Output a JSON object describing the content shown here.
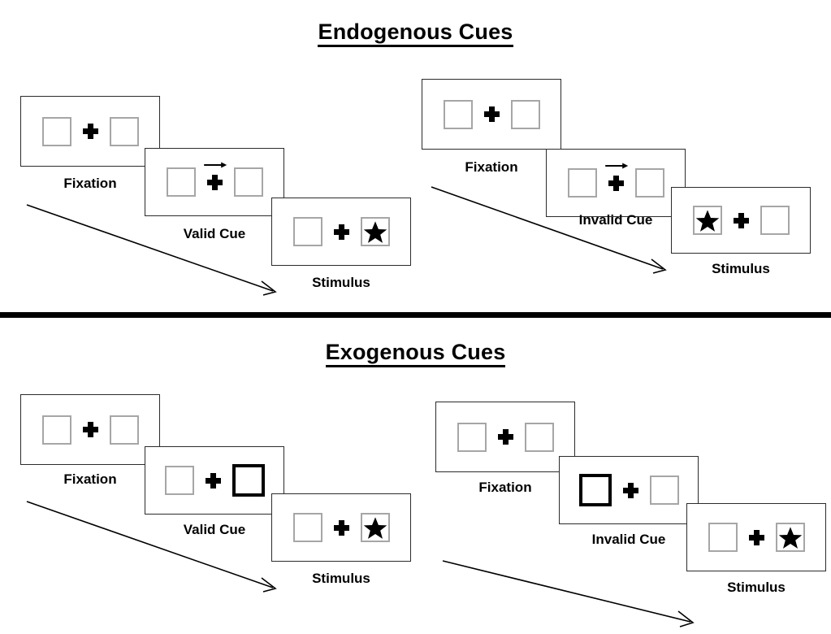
{
  "sections": [
    {
      "id": "endogenous",
      "title": "Endogenous Cues",
      "columns": [
        {
          "id": "endogenous-valid",
          "frames": [
            {
              "id": "fixation",
              "label": "Fixation",
              "left_box": "empty",
              "right_box": "empty",
              "cue": "none",
              "cue_side": "none"
            },
            {
              "id": "cue",
              "label": "Valid Cue",
              "left_box": "empty",
              "right_box": "empty",
              "cue": "arrow-right",
              "cue_side": "right"
            },
            {
              "id": "stimulus",
              "label": "Stimulus",
              "left_box": "empty",
              "right_box": "star",
              "cue": "none",
              "cue_side": "none"
            }
          ]
        },
        {
          "id": "endogenous-invalid",
          "frames": [
            {
              "id": "fixation",
              "label": "Fixation",
              "left_box": "empty",
              "right_box": "empty",
              "cue": "none",
              "cue_side": "none"
            },
            {
              "id": "cue",
              "label": "Invalid Cue",
              "left_box": "empty",
              "right_box": "empty",
              "cue": "arrow-right",
              "cue_side": "right"
            },
            {
              "id": "stimulus",
              "label": "Stimulus",
              "left_box": "star",
              "right_box": "empty",
              "cue": "none",
              "cue_side": "none"
            }
          ]
        }
      ]
    },
    {
      "id": "exogenous",
      "title": "Exogenous Cues",
      "columns": [
        {
          "id": "exogenous-valid",
          "frames": [
            {
              "id": "fixation",
              "label": "Fixation",
              "left_box": "empty",
              "right_box": "empty",
              "cue": "none",
              "cue_side": "none"
            },
            {
              "id": "cue",
              "label": "Valid Cue",
              "left_box": "empty",
              "right_box": "highlight",
              "cue": "box-flash",
              "cue_side": "right"
            },
            {
              "id": "stimulus",
              "label": "Stimulus",
              "left_box": "empty",
              "right_box": "star",
              "cue": "none",
              "cue_side": "none"
            }
          ]
        },
        {
          "id": "exogenous-invalid",
          "frames": [
            {
              "id": "fixation",
              "label": "Fixation",
              "left_box": "empty",
              "right_box": "empty",
              "cue": "none",
              "cue_side": "none"
            },
            {
              "id": "cue",
              "label": "Invalid Cue",
              "left_box": "highlight",
              "right_box": "empty",
              "cue": "box-flash",
              "cue_side": "left"
            },
            {
              "id": "stimulus",
              "label": "Stimulus",
              "left_box": "empty",
              "right_box": "star",
              "cue": "none",
              "cue_side": "none"
            }
          ]
        }
      ]
    }
  ],
  "colors": {
    "frame_border": "#2b2b2b",
    "box_border": "#a6a6a6",
    "cue_border": "#000000",
    "ink": "#000000",
    "background": "#ffffff",
    "divider": "#000000"
  },
  "icons": {
    "fixation_cross": "plus-cross-icon",
    "star": "star-icon",
    "arrow_cue": "arrow-right-icon",
    "time_flow": "time-flow-arrow-icon"
  }
}
